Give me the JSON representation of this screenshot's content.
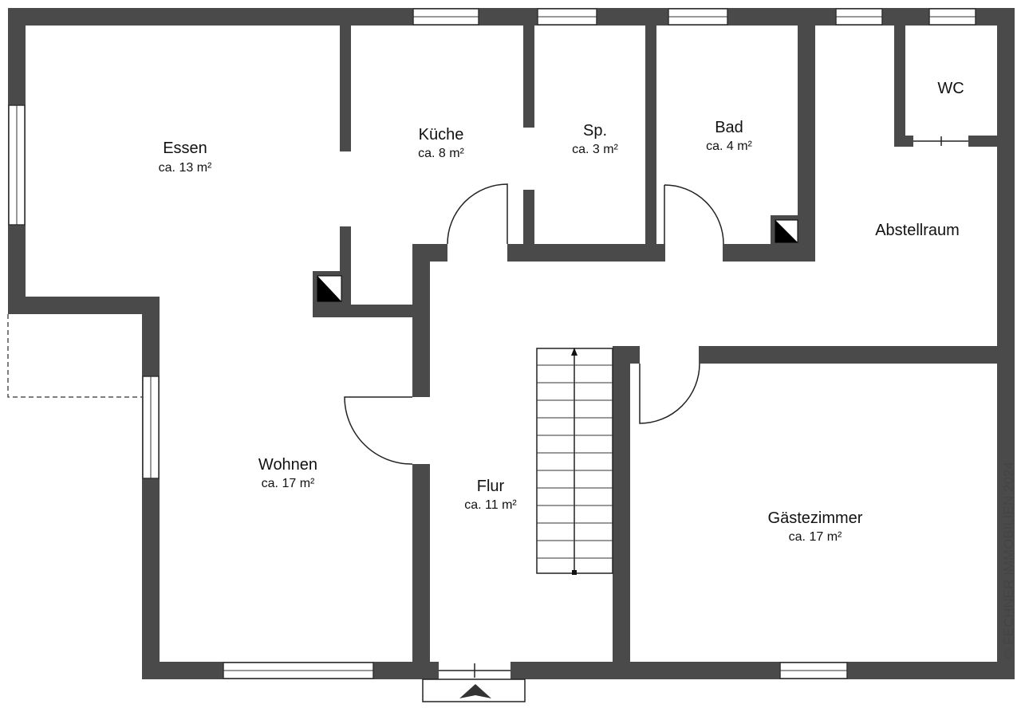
{
  "rooms": {
    "essen": {
      "name": "Essen",
      "area": "ca. 13 m²"
    },
    "kueche": {
      "name": "Küche",
      "area": "ca. 8 m²"
    },
    "speis": {
      "name": "Sp.",
      "area": "ca. 3 m²"
    },
    "bad": {
      "name": "Bad",
      "area": "ca. 4 m²"
    },
    "wc": {
      "name": "WC"
    },
    "abstellraum": {
      "name": "Abstellraum"
    },
    "wohnen": {
      "name": "Wohnen",
      "area": "ca. 17 m²"
    },
    "flur": {
      "name": "Flur",
      "area": "ca. 11 m²"
    },
    "gaestezimmer": {
      "name": "Gästezimmer",
      "area": "ca. 17 m²"
    }
  },
  "copyright": "© FECHNER IMMOBILIEN 2024",
  "colors": {
    "wall": "#4a4a4a",
    "background": "#ffffff"
  }
}
